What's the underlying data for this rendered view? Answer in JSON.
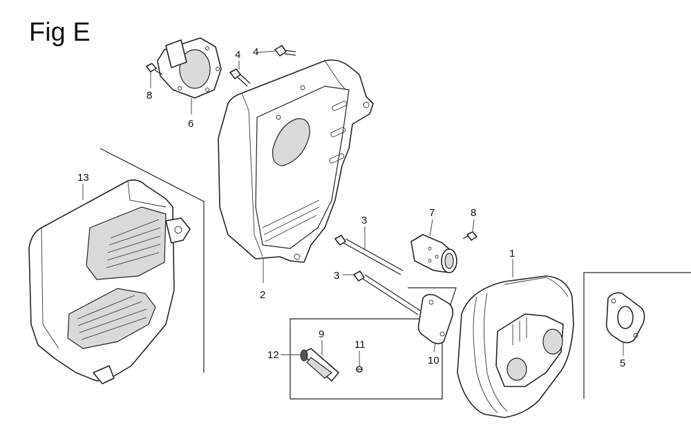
{
  "figure": {
    "title": "Fig E"
  },
  "callouts": [
    {
      "id": "c1",
      "label": "1"
    },
    {
      "id": "c2",
      "label": "2"
    },
    {
      "id": "c3a",
      "label": "3"
    },
    {
      "id": "c3b",
      "label": "3"
    },
    {
      "id": "c4a",
      "label": "4"
    },
    {
      "id": "c4b",
      "label": "4"
    },
    {
      "id": "c5",
      "label": "5"
    },
    {
      "id": "c6",
      "label": "6"
    },
    {
      "id": "c7",
      "label": "7"
    },
    {
      "id": "c8a",
      "label": "8"
    },
    {
      "id": "c8b",
      "label": "8"
    },
    {
      "id": "c9",
      "label": "9"
    },
    {
      "id": "c10",
      "label": "10"
    },
    {
      "id": "c11",
      "label": "11"
    },
    {
      "id": "c12",
      "label": "12"
    },
    {
      "id": "c13",
      "label": "13"
    }
  ]
}
